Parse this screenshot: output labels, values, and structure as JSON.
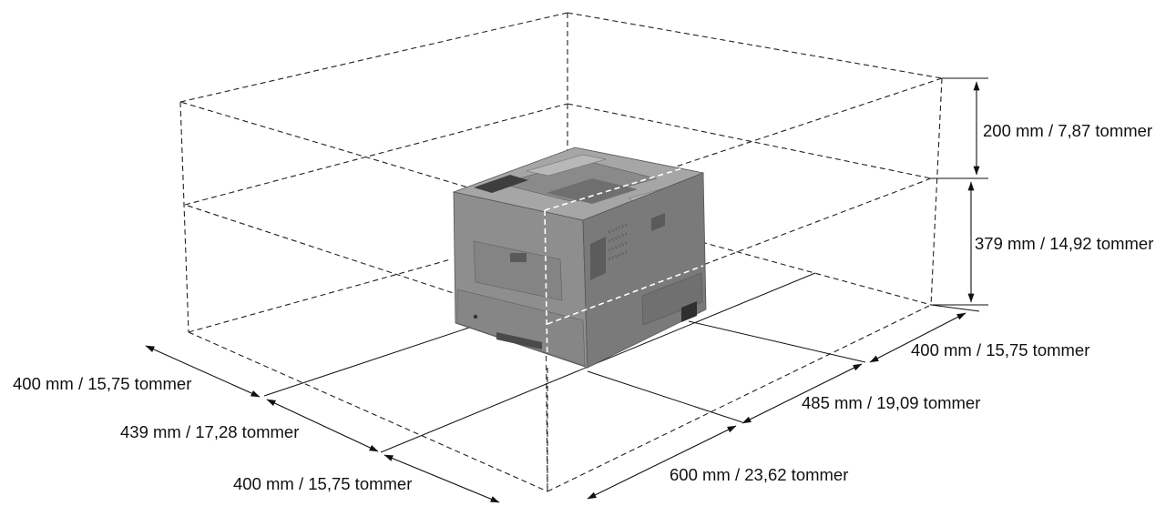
{
  "dimensions": {
    "top_clearance": "200 mm / 7,87 tommer",
    "printer_height": "379 mm / 14,92 tommer",
    "right_clearance": "400 mm / 15,75 tommer",
    "printer_depth": "485 mm / 19,09 tommer",
    "front_clearance": "600 mm / 23,62 tommer",
    "left_clearance": "400 mm / 15,75 tommer",
    "printer_width": "439 mm / 17,28 tommer",
    "back_clearance": "400 mm / 15,75 tommer"
  },
  "colors": {
    "printer_top": "#a6a6a6",
    "printer_front": "#8e8e8e",
    "printer_side": "#7a7a7a",
    "dark_detail": "#3e3e3e"
  }
}
